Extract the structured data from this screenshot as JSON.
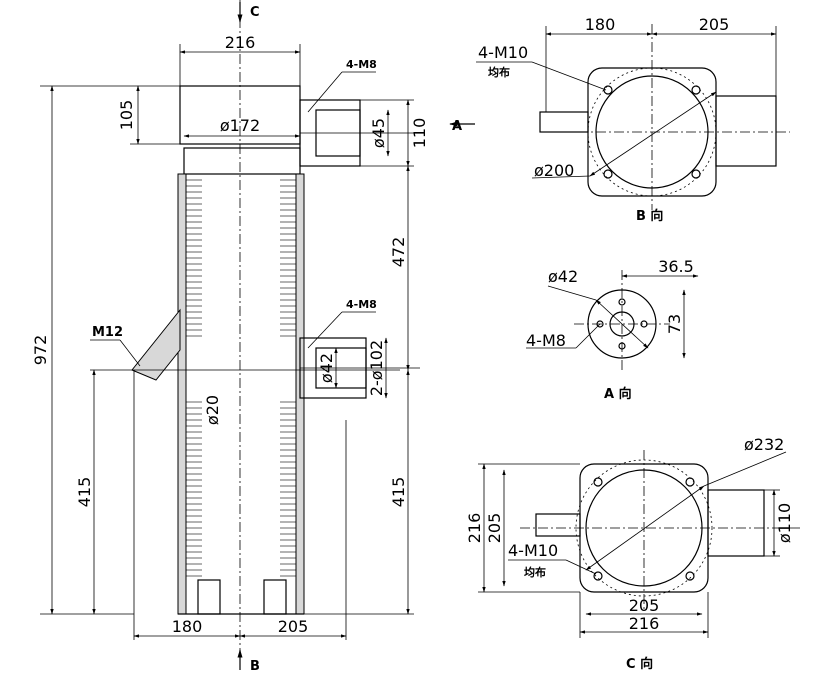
{
  "section_labels": {
    "top": "C",
    "bottom": "B",
    "right_arrow": "A"
  },
  "main_view": {
    "total_height": "972",
    "top_width": "216",
    "top_height": "105",
    "inner_dia": "ø172",
    "upper_port_thread": "4-M8",
    "upper_port_dia": "ø45",
    "upper_port_outer": "110",
    "upper_spacing": "472",
    "mid_port_thread": "4-M8",
    "mid_port_dia": "ø42",
    "mid_port_outer": "2-ø102",
    "drain_dia": "ø20",
    "side_thread": "M12",
    "left_lower_height": "415",
    "right_lower_height": "415",
    "base_left": "180",
    "base_right": "205"
  },
  "view_b": {
    "caption": "B 向",
    "width_left": "180",
    "width_right": "205",
    "thread": "4-M10",
    "thread_note": "均布",
    "circle_dia": "ø200"
  },
  "view_a": {
    "caption": "A 向",
    "dia": "ø42",
    "offset": "36.5",
    "height": "73",
    "thread": "4-M8"
  },
  "view_c": {
    "caption": "C 向",
    "circle_dia": "ø232",
    "height_outer": "216",
    "height_inner": "205",
    "thread": "4-M10",
    "thread_note": "均布",
    "port_dia": "ø110",
    "width_inner": "205",
    "width_outer": "216"
  }
}
